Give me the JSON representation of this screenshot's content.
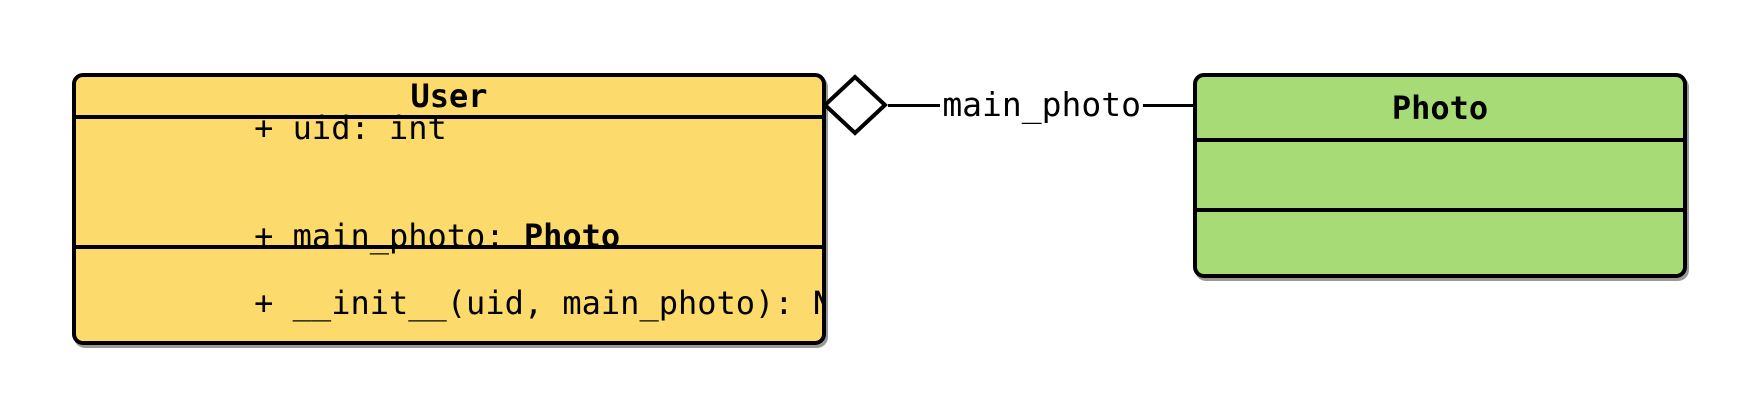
{
  "user_class": {
    "title": "User",
    "attr_uid": "+ uid: int",
    "attr_main_photo_prefix": "+ main_photo: ",
    "attr_main_photo_type": "Photo",
    "method_init": "+ __init__(uid, main_photo): None"
  },
  "photo_class": {
    "title": "Photo",
    "attributes": [],
    "methods": []
  },
  "relation": {
    "kind": "aggregation",
    "label": "main_photo",
    "from": "User",
    "to": "Photo",
    "diamond_at": "User"
  },
  "colors": {
    "background": "#FFFFFF",
    "user_fill": "#FCDB6C",
    "photo_fill": "#A6DB76",
    "stroke": "#000000",
    "diamond_fill": "#FFFFFF"
  }
}
